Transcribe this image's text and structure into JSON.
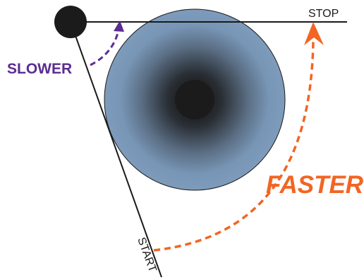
{
  "labels": {
    "stop": "STOP",
    "start": "START",
    "slower": "SLOWER",
    "faster": "FASTER"
  },
  "colors": {
    "line": "#1a1a1a",
    "ball": "#1b1b1b",
    "disc_outer": "#7e9bbb",
    "disc_core": "#0d0d0d",
    "slower": "#5b2d91",
    "faster": "#f26522"
  }
}
